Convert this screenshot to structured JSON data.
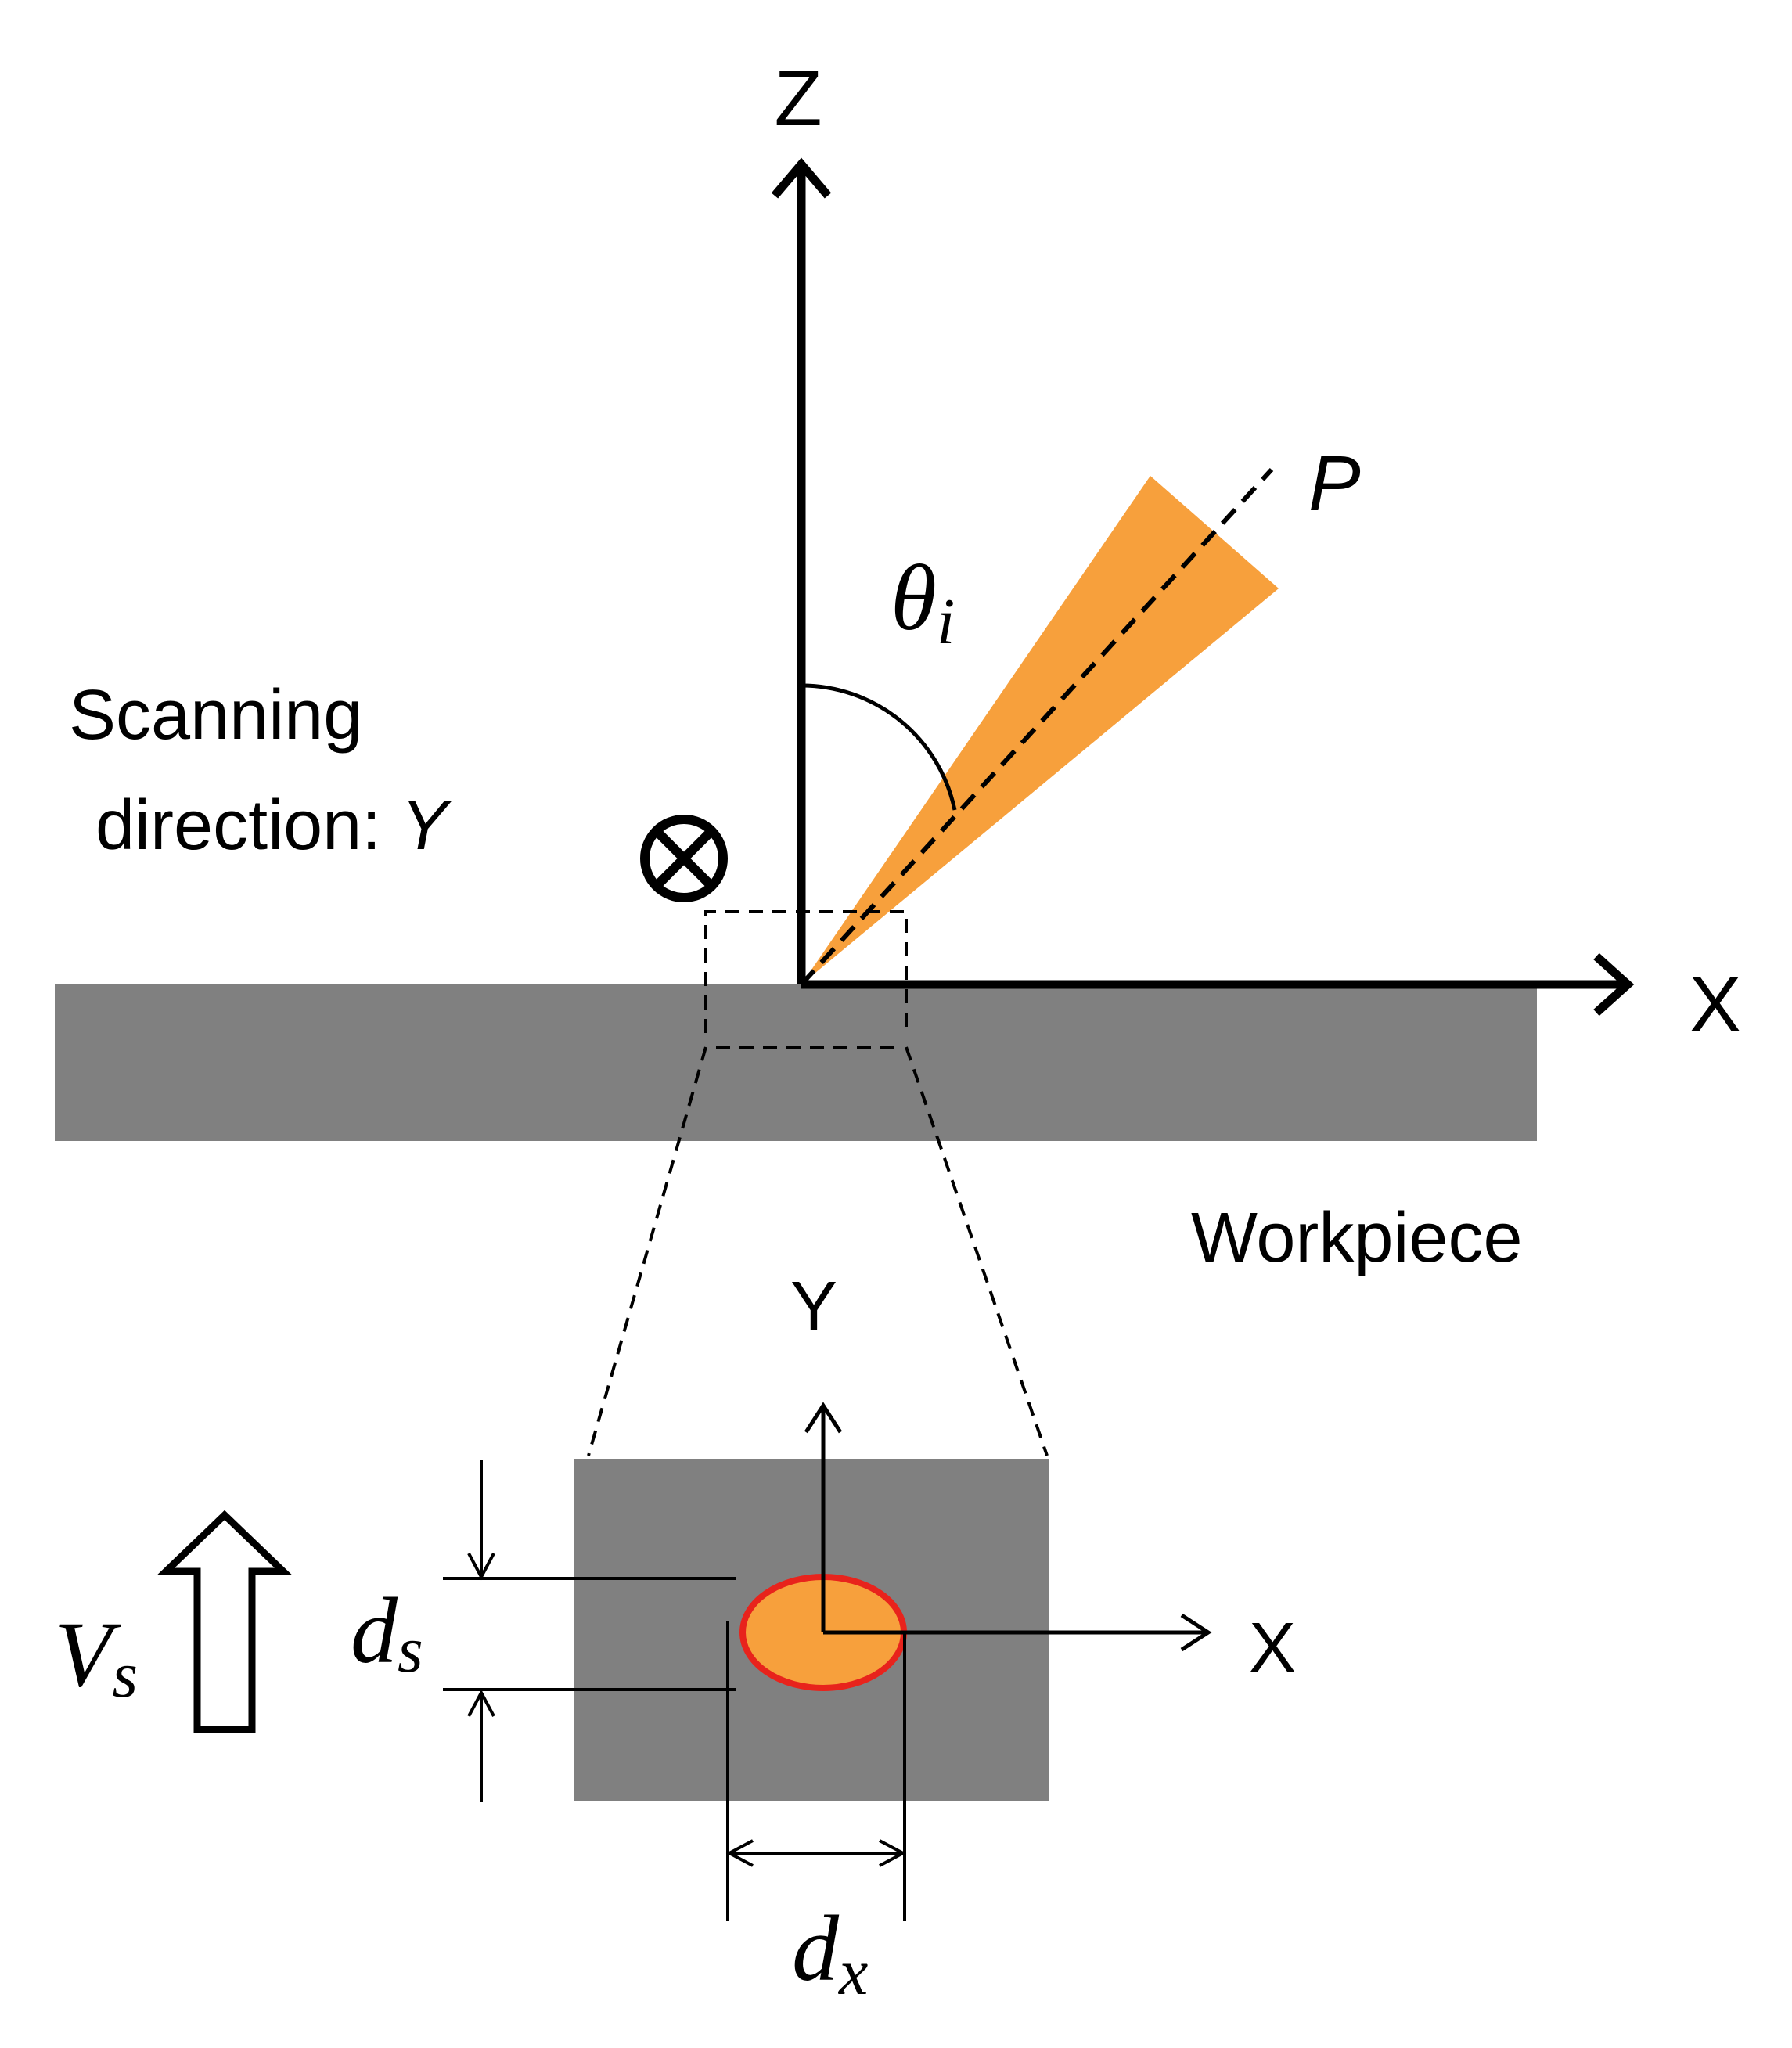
{
  "labels": {
    "z_axis": "Z",
    "x_axis": "X",
    "p_label": "P",
    "theta_main": "θ",
    "theta_sub": "i",
    "scanning_line1": "Scanning",
    "scanning_line2": "direction: ",
    "scanning_axis": "Y",
    "workpiece": "Workpiece",
    "inset_y_axis": "Y",
    "inset_x_axis": "X",
    "vs_main": "V",
    "vs_sub": "s",
    "ds_main": "d",
    "ds_sub": "s",
    "dx_main": "d",
    "dx_sub": "x"
  },
  "colors": {
    "beam": "#f7a03c",
    "spot_fill": "#f7a03c",
    "spot_outline": "#e8231c",
    "workpiece": "#808080",
    "line": "#000000"
  }
}
